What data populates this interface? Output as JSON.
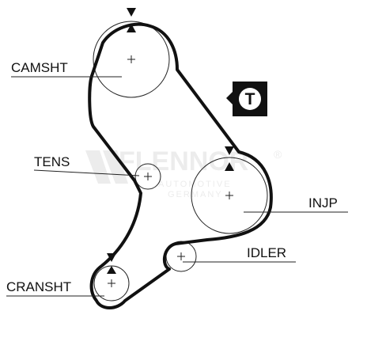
{
  "labels": {
    "camshaft": "CAMSHT",
    "tensioner": "TENS",
    "injection_pump": "INJP",
    "idler": "IDLER",
    "crankshaft": "CRANSHT"
  },
  "tension_badge": {
    "letter": "T"
  },
  "watermark": {
    "brand": "FLENNOR",
    "registered": "®",
    "sub_line_1": "AUTOMOTIVE",
    "sub_line_2": "GERMANY"
  },
  "colors": {
    "belt": "#111111",
    "badge_bg": "#111111",
    "badge_fg": "#ffffff",
    "watermark": "#ececec"
  }
}
